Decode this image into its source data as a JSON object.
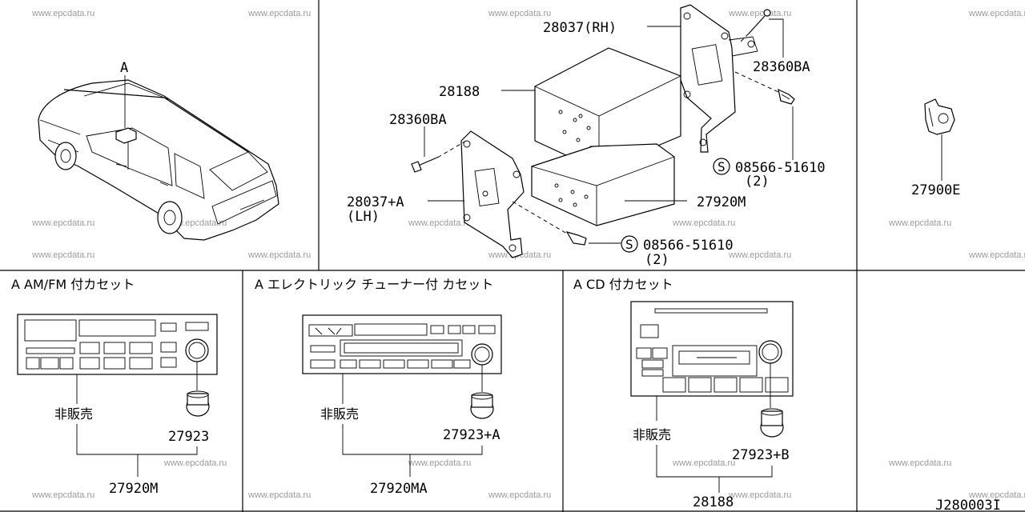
{
  "watermark": "www.epcdata.ru",
  "drawing_id": "J280003I",
  "panels": {
    "vehicle": {
      "view_label": "A"
    },
    "exploded": {
      "labels": {
        "bracket_rh": "28037(RH)",
        "screw_top": "28360BA",
        "box": "28188",
        "screw_left": "28360BA",
        "bolt_right": "08566-51610",
        "bolt_right_qty": "(2)",
        "bracket_lh": "28037+A",
        "bracket_lh_side": "(LH)",
        "unit": "27920M",
        "bolt_bottom": "08566-51610",
        "bolt_bottom_qty": "(2)"
      },
      "screw_symbol": "S"
    },
    "clip": {
      "label": "27900E"
    },
    "amfm": {
      "title": "A  AM/FM 付カセット",
      "not_sold": "非販売",
      "knob": "27923",
      "unit": "27920M"
    },
    "tuner": {
      "title": "A エレクトリック チューナー付 カセット",
      "not_sold": "非販売",
      "knob": "27923+A",
      "unit": "27920MA"
    },
    "cd": {
      "title": "A CD 付カセット",
      "not_sold": "非販売",
      "knob": "27923+B",
      "unit": "28188"
    }
  }
}
